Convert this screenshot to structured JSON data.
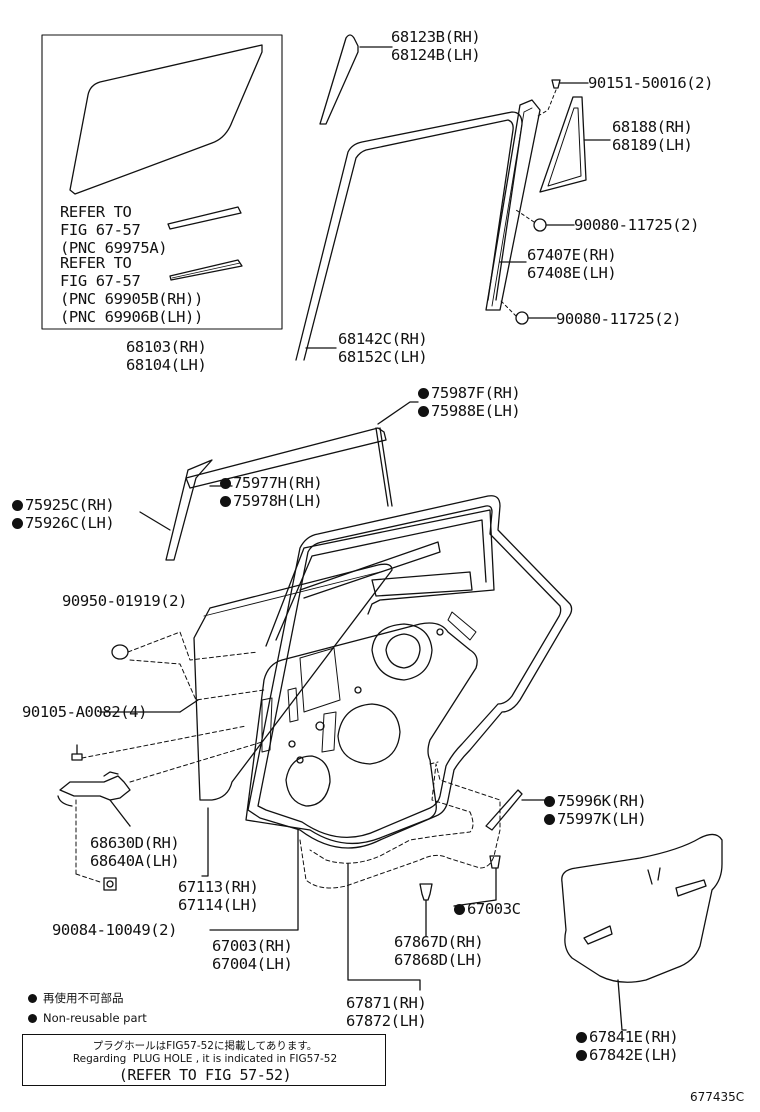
{
  "labels": {
    "p68123": "68123B(RH)",
    "p68124": "68124B(LH)",
    "p90151": "90151-50016(2)",
    "p68188": "68188(RH)",
    "p68189": "68189(LH)",
    "p90080a": "90080-11725(2)",
    "p67407": "67407E(RH)",
    "p67408": "67408E(LH)",
    "p90080b": "90080-11725(2)",
    "ref1_l1": "REFER TO",
    "ref1_l2": "FIG 67-57",
    "ref1_l3": "(PNC 69975A)",
    "ref2_l1": "REFER TO",
    "ref2_l2": "FIG 67-57",
    "ref2_l3": "(PNC 69905B(RH))",
    "ref2_l4": "(PNC 69906B(LH))",
    "p68103": "68103(RH)",
    "p68104": "68104(LH)",
    "p68142": "68142C(RH)",
    "p68152": "68152C(LH)",
    "p75987": "75987F(RH)",
    "p75988": "75988E(LH)",
    "p75977": "75977H(RH)",
    "p75978": "75978H(LH)",
    "p75925": "75925C(RH)",
    "p75926": "75926C(LH)",
    "p90950": "90950-01919(2)",
    "p90105": "90105-A0082(4)",
    "p68630": "68630D(RH)",
    "p68640": "68640A(LH)",
    "p90084": "90084-10049(2)",
    "p67113": "67113(RH)",
    "p67114": "67114(LH)",
    "p67003": "67003(RH)",
    "p67004": "67004(LH)",
    "p75996": "75996K(RH)",
    "p75997": "75997K(LH)",
    "p67003c": "67003C",
    "p67867": "67867D(RH)",
    "p67868": "67868D(LH)",
    "p67871": "67871(RH)",
    "p67872": "67872(LH)",
    "p67841": "67841E(RH)",
    "p67842": "67842E(LH)"
  },
  "legend": {
    "jp": "再使用不可部品",
    "en": "Non-reusable part"
  },
  "note": {
    "line1": "プラグホールはFIG57-52に掲載してあります。",
    "line2": "Regarding  PLUG HOLE , it is indicated in FIG57-52",
    "line3": "(REFER TO FIG 57-52)"
  },
  "figure_id": "677435C"
}
